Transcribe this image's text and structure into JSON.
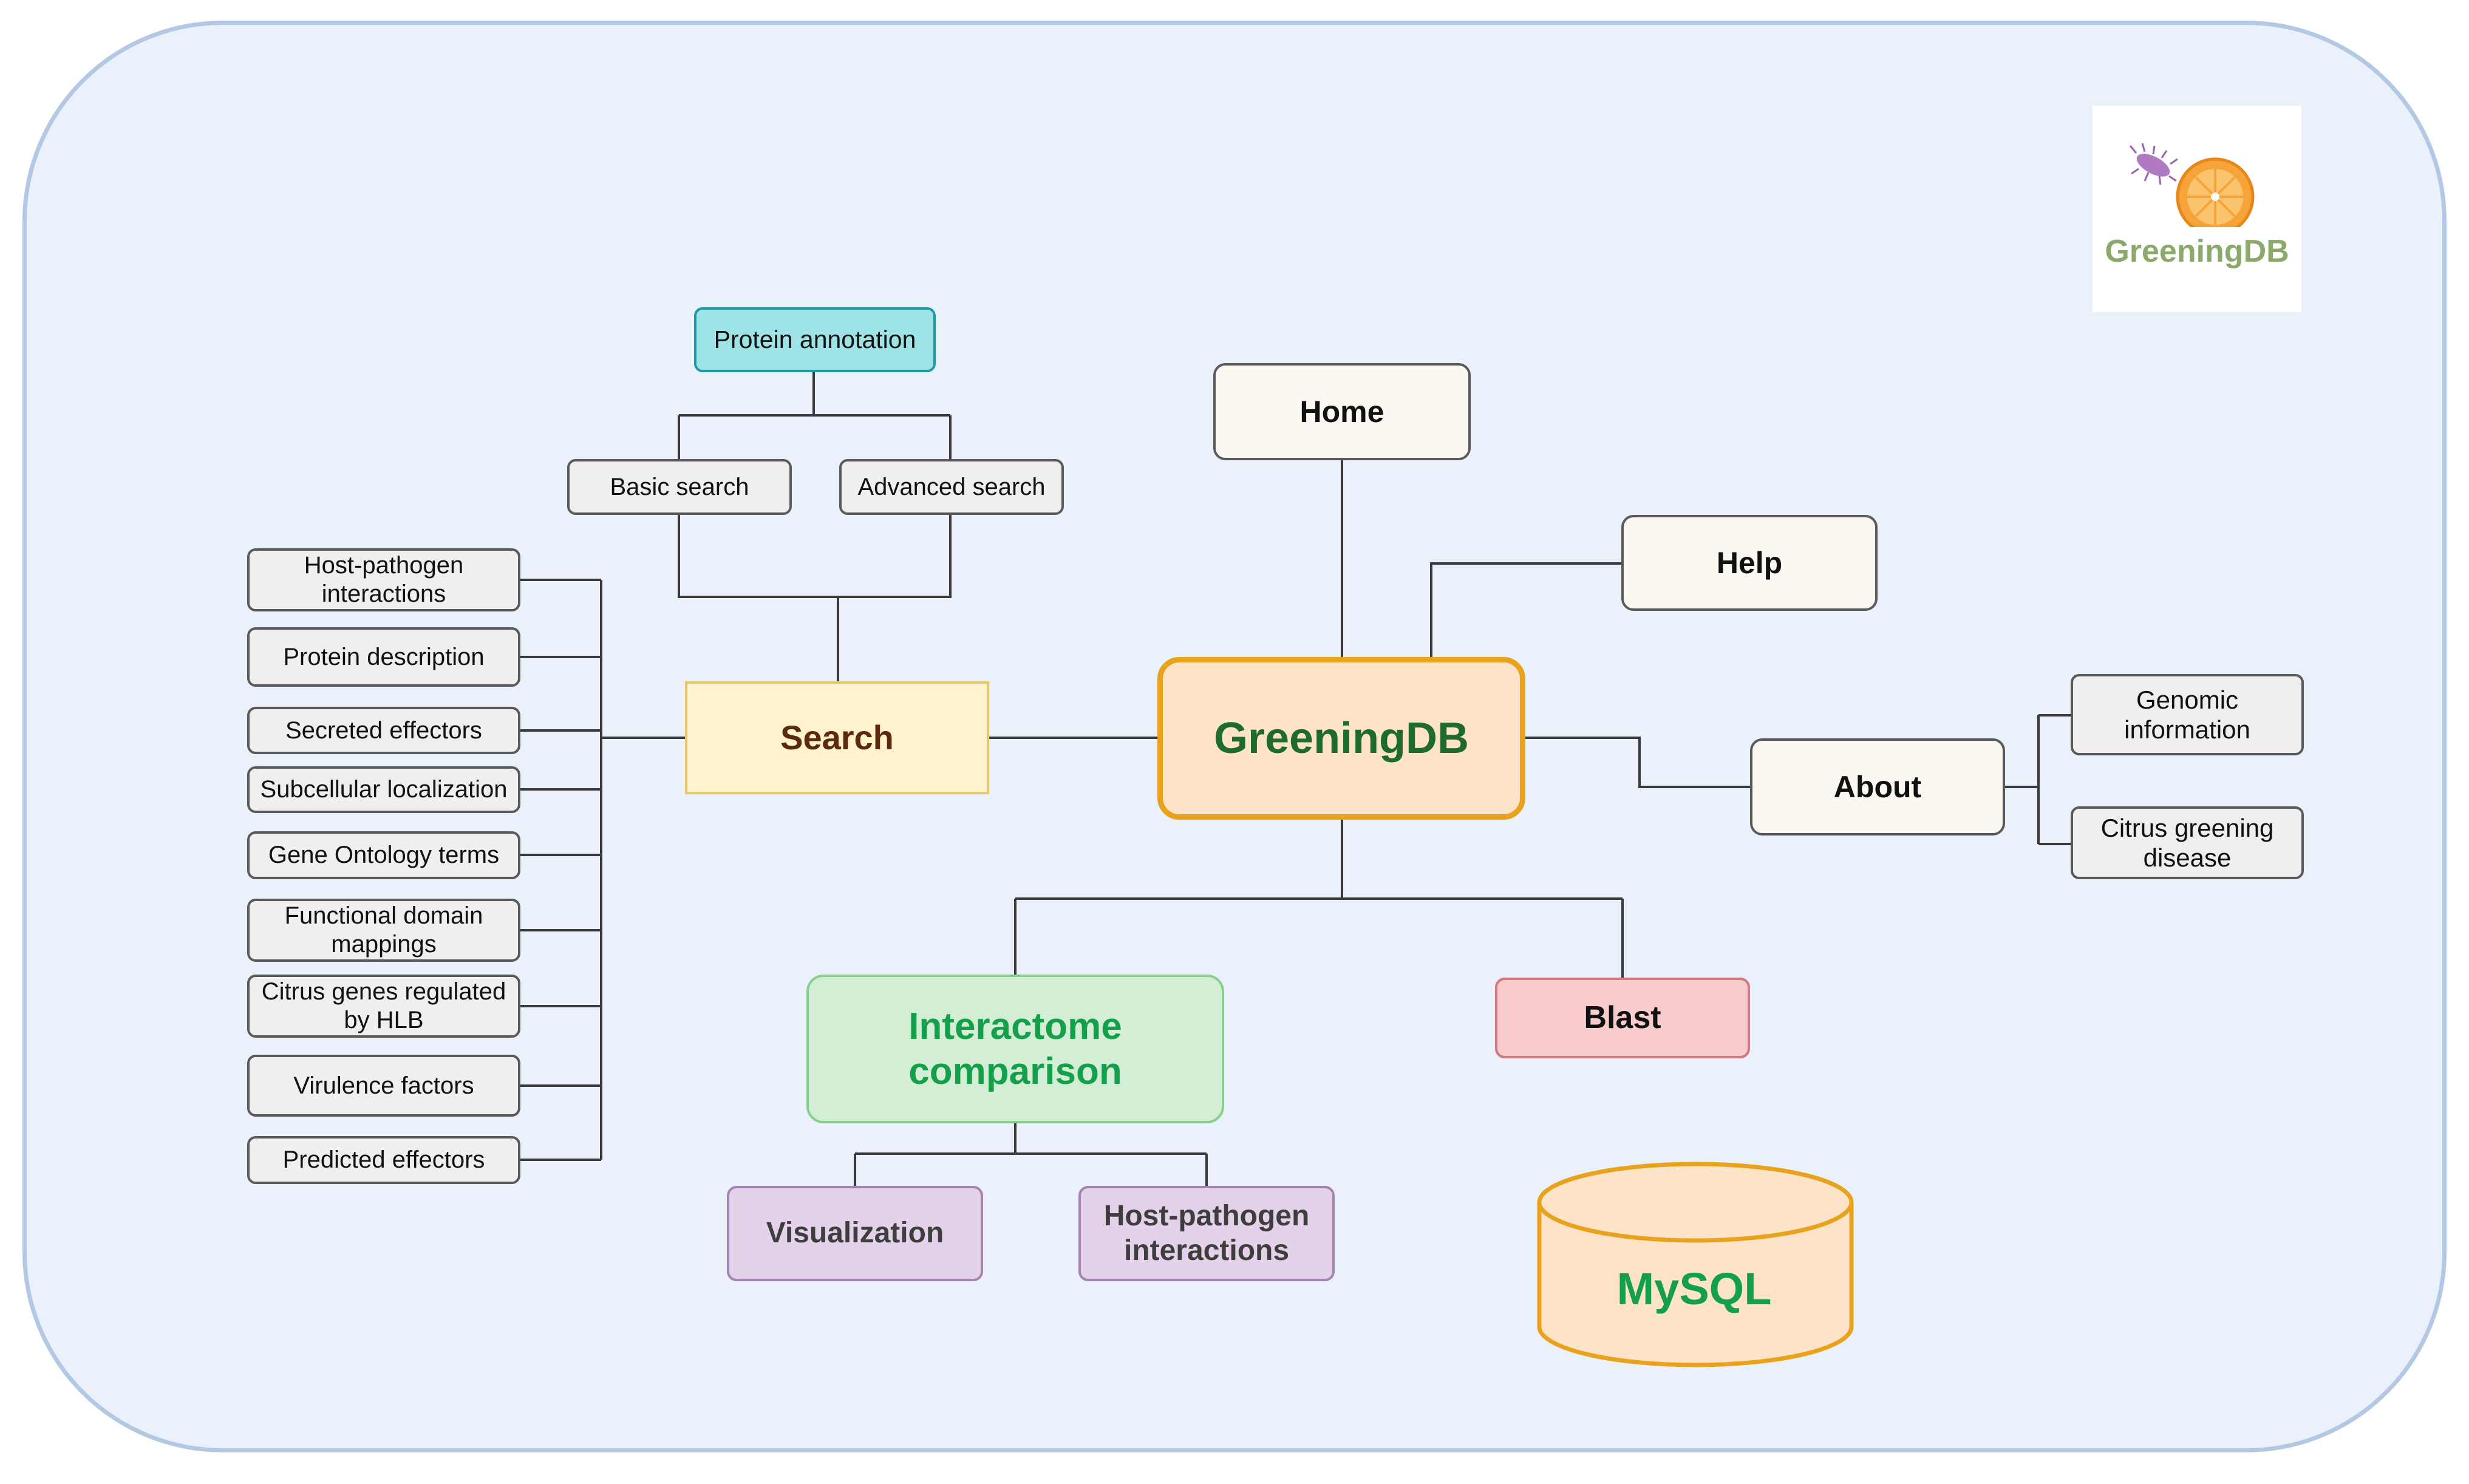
{
  "logo": {
    "text": "GreeningDB"
  },
  "nodes": {
    "greeningdb": "GreeningDB",
    "home": "Home",
    "help": "Help",
    "about": "About",
    "genomic_information": "Genomic information",
    "citrus_greening_disease": "Citrus greening disease",
    "search": "Search",
    "protein_annotation": "Protein annotation",
    "basic_search": "Basic search",
    "advanced_search": "Advanced search",
    "blast": "Blast",
    "interactome_comparison": "Interactome comparison",
    "visualization": "Visualization",
    "host_pathogen_interactions": "Host-pathogen interactions",
    "mysql": "MySQL"
  },
  "search_items": [
    "Host-pathogen interactions",
    "Protein description",
    "Secreted effectors",
    "Subcellular localization",
    "Gene Ontology terms",
    "Functional domain mappings",
    "Citrus genes regulated by HLB",
    "Virulence factors",
    "Predicted effectors"
  ],
  "colors": {
    "frame_fill": "#eaf1fb",
    "main_border": "#e8a21c",
    "title_green": "#1e6b2b",
    "interactome_green": "#14a04a",
    "search_text": "#5a2a0a",
    "teal": "#9ee3e6",
    "pink": "#f8cbcc",
    "purple": "#e4d2ea"
  },
  "icons": {
    "logo": "orange-slice-icon",
    "bacterium": "bacterium-icon",
    "database": "database-cylinder-icon"
  }
}
